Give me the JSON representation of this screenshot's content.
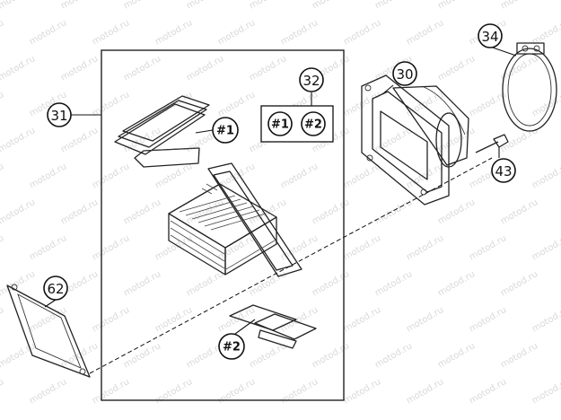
{
  "watermark": "motod.ru",
  "callouts": {
    "c31": "31",
    "c32": "32",
    "c30": "30",
    "c34": "34",
    "c43": "43",
    "c62": "62",
    "h1": "#1",
    "h2": "#2",
    "k1": "#1",
    "k2": "#2"
  }
}
